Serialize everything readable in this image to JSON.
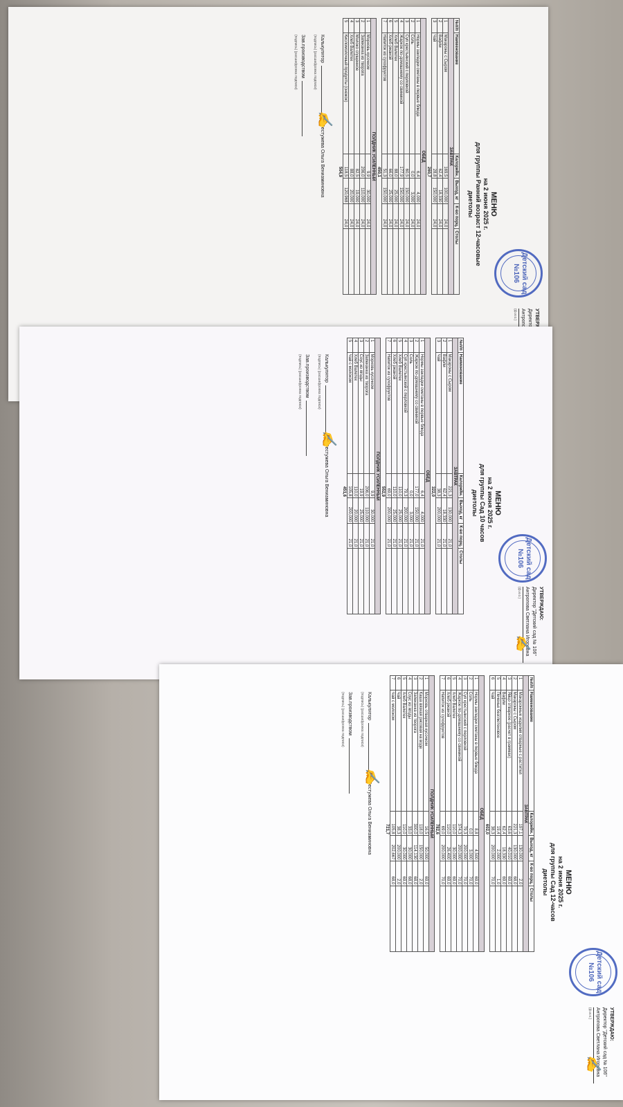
{
  "approval": {
    "title": "УТВЕРЖДАЮ:",
    "director": "Директор \"Детский сад № 106\"",
    "director_name": "Антропова Светлана Игоревна",
    "fio_hint": "(ф.и.о.)",
    "sign_hint": "(подпись)"
  },
  "stamp_text": "Детский сад №106",
  "footer": {
    "calculator": "Калькулятор",
    "production_head": "Зав.производством",
    "sign_hint": "(подпись)",
    "decode_hint": "(расшифровка подписи)",
    "name": "Бестужева Ольга Вениаминовна"
  },
  "columns": [
    "№п/п",
    "Наименование",
    "Калорийн.",
    "Выход, кг",
    "К-во порц.",
    "Столы"
  ],
  "sheets": [
    {
      "title": "МЕНЮ",
      "date": "на 2 июня 2025 г.",
      "group": "для группы Ранний возраст 12-часовые",
      "sub": "диетолы",
      "sections": [
        {
          "name": "ЗАВТРАК",
          "rows": [
            [
              "1",
              "Макароны с Сыром",
              "169,5",
              "100,000",
              "24,0"
            ],
            [
              "2",
              "Вафли",
              "62,4",
              "18,330",
              "24,0"
            ],
            [
              "3",
              "Чай",
              "28,8",
              "150,000",
              "24,0"
            ]
          ],
          "total": "260,7"
        },
        {
          "name": "ОБЕД",
          "rows": [
            [
              "1",
              "Нормы закладки сметаны в первые блюда",
              "6,4",
              "4,000",
              "24,0"
            ],
            [
              "2",
              "Соль",
              "0,0",
              "3,000",
              "24,0"
            ],
            [
              "3",
              "Суп крестьянский с перловкой",
              "60,5",
              "150,000",
              "24,0"
            ],
            [
              "4",
              "Жаркое по-домашнему со свининой",
              "177,9",
              "150,000",
              "24,0"
            ],
            [
              "5",
              "Хлеб Валетек",
              "88,0",
              "25,000",
              "24,0"
            ],
            [
              "6",
              "Хлеб ржаной",
              "66,0",
              "25,000",
              "24,0"
            ],
            [
              "7",
              "Напиток из сухофруктов",
              "51,3",
              "150,000",
              "24,0"
            ]
          ],
          "total": "450,1"
        },
        {
          "name": "ПОЛДНИК УСИЛЕННЫЙ",
          "rows": [
            [
              "1",
              "Морковь кусочком",
              "9,9",
              "30,000",
              "24,0"
            ],
            [
              "2",
              "Запеканка из творога",
              "206,0",
              "110,000",
              "24,0"
            ],
            [
              "3",
              "Молоко сгущенное",
              "82,5",
              "19,000",
              "24,0"
            ],
            [
              "4",
              "Хлеб Валетек",
              "88,0",
              "20,000",
              "24,0"
            ],
            [
              "5",
              "Кисломолочный продукты (снежок)",
              "118,5",
              "120,968",
              "24,0"
            ]
          ],
          "total": "504,9"
        }
      ]
    },
    {
      "title": "МЕНЮ",
      "date": "на 2 июня 2025 г.",
      "group": "для группы Сад 10 часов",
      "sub": "диетолы",
      "sections": [
        {
          "name": "ЗАВТРАК",
          "rows": [
            [
              "1",
              "Макароны с Сыром",
              "221,3",
              "130,000",
              "21,0"
            ],
            [
              "2",
              "Вафли",
              "62,4",
              "18,330",
              "21,0"
            ],
            [
              "3",
              "Чай",
              "38,3",
              "200,000",
              "21,0"
            ]
          ],
          "total": "322,0"
        },
        {
          "name": "ОБЕД",
          "rows": [
            [
              "1",
              "Нормы закладки сметаны в первые блюда",
              "6,4",
              "4,000",
              "21,0"
            ],
            [
              "2",
              "Жаркое по-домашнему со свининой",
              "177,0",
              "150,000",
              "21,0"
            ],
            [
              "3",
              "Соль",
              "0,0",
              "3,000",
              "21,0"
            ],
            [
              "4",
              "Суп крестьянский с перловкой",
              "79,3",
              "200,000",
              "21,0"
            ],
            [
              "5",
              "Хлеб Валетек",
              "110,0",
              "25,000",
              "21,0"
            ],
            [
              "6",
              "Хлеб ржаной",
              "110,0",
              "25,000",
              "21,0"
            ],
            [
              "7",
              "Напиток из сухофруктов",
              "69,0",
              "200,000",
              "21,0"
            ]
          ],
          "total": "552,9"
        },
        {
          "name": "ПОЛДНИК УСИЛЕННЫЙ",
          "rows": [
            [
              "1",
              "Морковь кусочком",
              "9,9",
              "30,000",
              "21,0"
            ],
            [
              "2",
              "Запеканка из творога",
              "206,0",
              "110,000",
              "21,0"
            ],
            [
              "3",
              "Соус из ягоды",
              "19,9",
              "25,000",
              "21,0"
            ],
            [
              "4",
              "Хлеб Валетек",
              "110,0",
              "20,000",
              "21,0"
            ],
            [
              "5",
              "Чай с молоком",
              "105,8",
              "200,000",
              "21,0"
            ]
          ],
          "total": "451,6"
        }
      ]
    },
    {
      "title": "МЕНЮ",
      "date": "на 2 июня 2025 г.",
      "group": "для группы Сад 12-часов",
      "sub": "диетолы",
      "sections": [
        {
          "name": "ЗАВТРАК",
          "rows": [
            [
              "1",
              "Макаронные изделия отварные с растител",
              "197,1",
              "130,000",
              "2,0"
            ],
            [
              "2",
              "Макароны с Сыром",
              "221,3",
              "130,000",
              "68,0"
            ],
            [
              "3",
              "Яйцо отварное (расчет в граммах)",
              "63,6",
              "40,010",
              "69,0"
            ],
            [
              "4",
              "Вафли",
              "62,4",
              "18,330",
              "69,0"
            ],
            [
              "5",
              "Печенье безглютеновое",
              "19,4",
              "2,000",
              "1,0"
            ],
            [
              "6",
              "Чай",
              "38,3",
              "200,000",
              "70,0"
            ]
          ],
          "total": "602,0"
        },
        {
          "name": "ОБЕД",
          "rows": [
            [
              "1",
              "Нормы закладки сметаны в первые блюда",
              "8,8",
              "4,500",
              "69,0"
            ],
            [
              "2",
              "Соль",
              "0,0",
              "3,000",
              "70,0"
            ],
            [
              "3",
              "Суп крестьянский с перловкой",
              "79,3",
              "200,000",
              "70,0"
            ],
            [
              "4",
              "Жаркое по-домашнему со свининой",
              "374,3",
              "200,000",
              "70,0"
            ],
            [
              "5",
              "Хлеб Валетек",
              "110,0",
              "30,000",
              "69,0"
            ],
            [
              "6",
              "Хлеб ржаной",
              "110,0",
              "26,400",
              "69,0"
            ],
            [
              "7",
              "Напиток из сухофруктов",
              "69,0",
              "200,000",
              "70,0"
            ]
          ],
          "total": "782,6"
        },
        {
          "name": "ПОЛДНИК УСИЛЕННЫЙ",
          "rows": [
            [
              "1",
              "Морковь отварная кусочком",
              "16,5",
              "50,000",
              "69,0"
            ],
            [
              "2",
              "Каша вязкая рисовая на воде",
              "118,0",
              "150,000",
              "2,0"
            ],
            [
              "3",
              "Запеканка из творога",
              "300,0",
              "114,130",
              "68,0"
            ],
            [
              "4",
              "Соус из ягоды",
              "33,0",
              "30,000",
              "68,0"
            ],
            [
              "5",
              "Хлеб Валетек",
              "110,0",
              "30,000",
              "69,0"
            ],
            [
              "6",
              "Чай",
              "38,3",
              "200,000",
              "2,0"
            ],
            [
              "7",
              "Чай с молоком",
              "105,8",
              "202,667",
              "68,0"
            ]
          ],
          "total": "721,7"
        }
      ]
    }
  ]
}
